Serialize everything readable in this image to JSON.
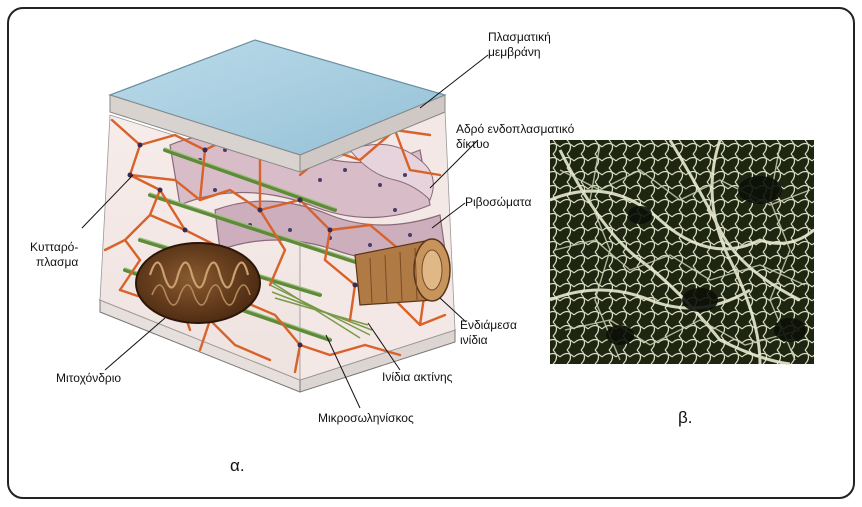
{
  "labels": {
    "plasma_membrane": [
      "Πλασματική",
      "μεμβράνη"
    ],
    "rough_er": [
      "Αδρό ενδοπλασματικό",
      "δίκτυο"
    ],
    "ribosomes": "Ριβοσώματα",
    "cytoplasm": [
      "Κυτταρό-",
      "πλασμα"
    ],
    "intermediate_filaments": [
      "Ενδιάμεσα",
      "ινίδια"
    ],
    "mitochondrion": "Μιτοχόνδριο",
    "actin_filaments": "Ινίδια ακτίνης",
    "microtubule": "Μικροσωληνίσκος"
  },
  "panel_labels": {
    "a": "α.",
    "b": "β."
  },
  "colors": {
    "membrane_top": "#a9cfe0",
    "cytoskeleton_orange": "#d8622a",
    "er_pink": "#c9aab8",
    "mitochondrion_brown": "#5a3418",
    "microtubule_green": "#5e8a3a",
    "micrograph_bg": "#1c2410"
  }
}
